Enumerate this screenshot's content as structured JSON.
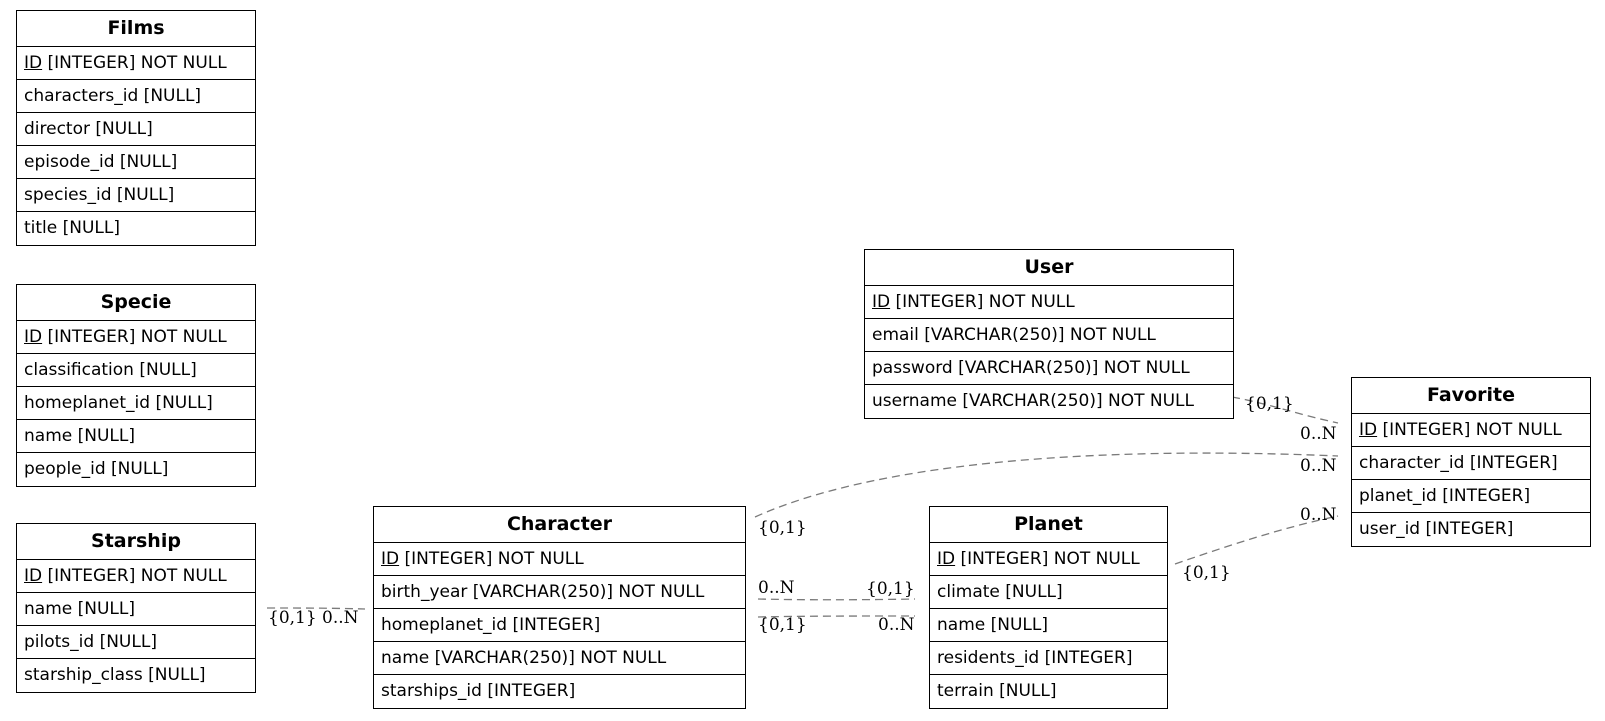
{
  "entities": {
    "films": {
      "name": "Films",
      "fields": [
        {
          "pk": "ID",
          "rest": " [INTEGER] NOT NULL"
        },
        {
          "text": "characters_id [NULL]"
        },
        {
          "text": "director [NULL]"
        },
        {
          "text": "episode_id [NULL]"
        },
        {
          "text": "species_id [NULL]"
        },
        {
          "text": "title [NULL]"
        }
      ]
    },
    "specie": {
      "name": "Specie",
      "fields": [
        {
          "pk": "ID",
          "rest": " [INTEGER] NOT NULL"
        },
        {
          "text": "classification [NULL]"
        },
        {
          "text": "homeplanet_id [NULL]"
        },
        {
          "text": "name [NULL]"
        },
        {
          "text": "people_id [NULL]"
        }
      ]
    },
    "starship": {
      "name": "Starship",
      "fields": [
        {
          "pk": "ID",
          "rest": " [INTEGER] NOT NULL"
        },
        {
          "text": "name [NULL]"
        },
        {
          "text": "pilots_id [NULL]"
        },
        {
          "text": "starship_class [NULL]"
        }
      ]
    },
    "character": {
      "name": "Character",
      "fields": [
        {
          "pk": "ID",
          "rest": " [INTEGER] NOT NULL"
        },
        {
          "text": "birth_year [VARCHAR(250)] NOT NULL"
        },
        {
          "text": "homeplanet_id [INTEGER]"
        },
        {
          "text": "name [VARCHAR(250)] NOT NULL"
        },
        {
          "text": "starships_id [INTEGER]"
        }
      ]
    },
    "user": {
      "name": "User",
      "fields": [
        {
          "pk": "ID",
          "rest": " [INTEGER] NOT NULL"
        },
        {
          "text": "email [VARCHAR(250)] NOT NULL"
        },
        {
          "text": "password [VARCHAR(250)] NOT NULL"
        },
        {
          "text": "username [VARCHAR(250)] NOT NULL"
        }
      ]
    },
    "planet": {
      "name": "Planet",
      "fields": [
        {
          "pk": "ID",
          "rest": " [INTEGER] NOT NULL"
        },
        {
          "text": "climate [NULL]"
        },
        {
          "text": "name [NULL]"
        },
        {
          "text": "residents_id [INTEGER]"
        },
        {
          "text": "terrain [NULL]"
        }
      ]
    },
    "favorite": {
      "name": "Favorite",
      "fields": [
        {
          "pk": "ID",
          "rest": " [INTEGER] NOT NULL"
        },
        {
          "text": "character_id [INTEGER]"
        },
        {
          "text": "planet_id [INTEGER]"
        },
        {
          "text": "user_id [INTEGER]"
        }
      ]
    }
  },
  "relationships": [
    {
      "from": "user",
      "to": "favorite",
      "from_card": "{0,1}",
      "to_card": "0..N"
    },
    {
      "from": "character",
      "to": "favorite",
      "from_card": "{0,1}",
      "to_card": "0..N"
    },
    {
      "from": "planet",
      "to": "favorite",
      "from_card": "{0,1}",
      "to_card": "0..N"
    },
    {
      "from": "character",
      "to": "planet",
      "from_card": "0..N",
      "to_card": "{0,1}"
    },
    {
      "from": "character",
      "to": "planet",
      "from_card": "{0,1}",
      "to_card": "0..N"
    },
    {
      "from": "starship",
      "to": "character",
      "from_card": "{0,1}",
      "to_card": "0..N"
    }
  ],
  "colors": {
    "edge": "#7a7a7a",
    "border": "#000000"
  }
}
